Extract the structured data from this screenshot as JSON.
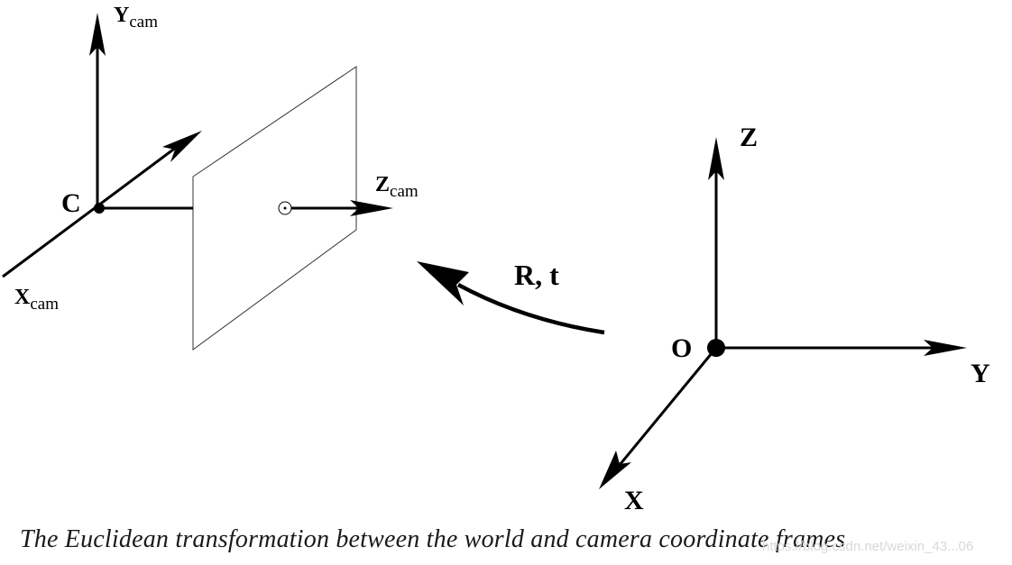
{
  "labels": {
    "ycam_main": "Y",
    "ycam_sub": "cam",
    "camera_center": "C",
    "zcam_main": "Z",
    "zcam_sub": "cam",
    "xcam_main": "X",
    "xcam_sub": "cam",
    "transform": "R, t",
    "world_origin": "O",
    "world_z": "Z",
    "world_y": "Y",
    "world_x": "X"
  },
  "caption": "The Euclidean transformation between the world and camera coordinate frames",
  "watermark": "https://blog.csdn.net/weixin_43...06"
}
